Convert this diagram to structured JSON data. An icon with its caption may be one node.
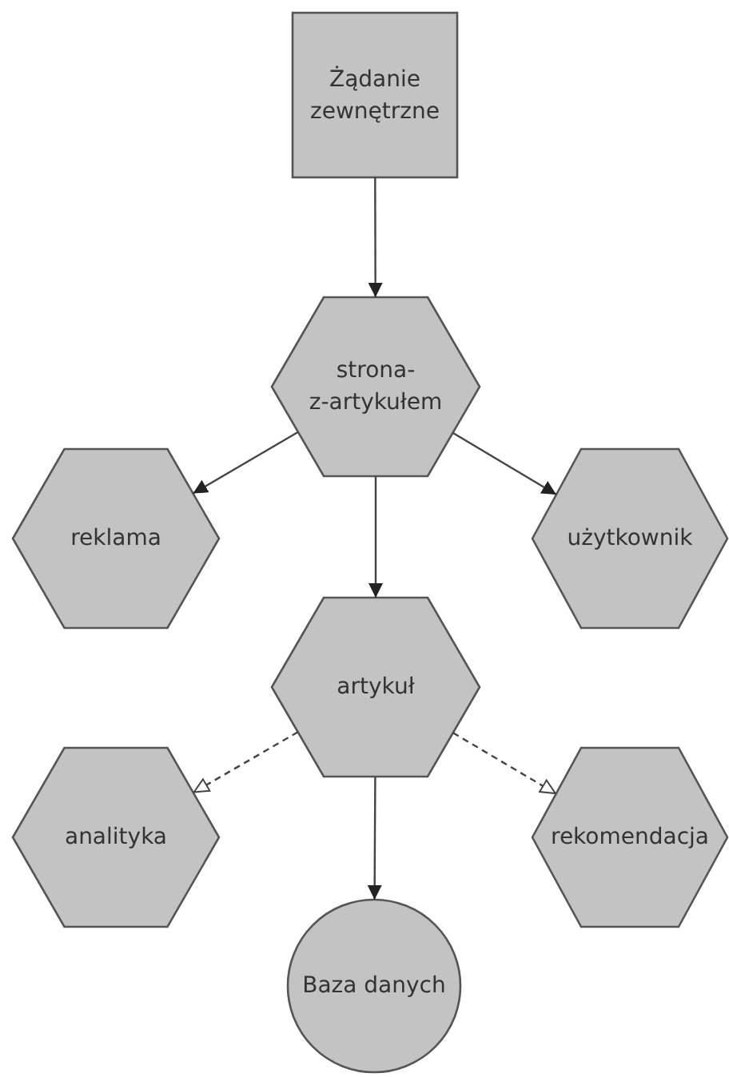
{
  "diagram": {
    "nodes": [
      {
        "text": [
          "Żądanie zewnętrzne"
        ]
      },
      {
        "text": [
          "strona- z-artykułem"
        ]
      },
      {
        "text": [
          "reklama"
        ]
      },
      {
        "text": [
          "użytkownik"
        ]
      },
      {
        "text": [
          "artykuł"
        ]
      },
      {
        "text": [
          "analityka"
        ]
      },
      {
        "text": [
          "rekomendacja"
        ]
      },
      {
        "text": [
          "Baza danych"
        ]
      }
    ],
    "edges": [
      {
        "from": 0,
        "to": 1,
        "arrow": "to"
      },
      {
        "from": 1,
        "to": 2,
        "arrow": "to"
      },
      {
        "from": 1,
        "to": 3,
        "arrow": "to"
      },
      {
        "from": 1,
        "to": 4,
        "arrow": "to"
      },
      {
        "from": 4,
        "to": 5,
        "arrow": "to",
        "style": "dashed"
      },
      {
        "from": 4,
        "to": 6,
        "arrow": "to",
        "style": "dashed"
      },
      {
        "from": 4,
        "to": 7,
        "arrow": "to"
      }
    ]
  }
}
